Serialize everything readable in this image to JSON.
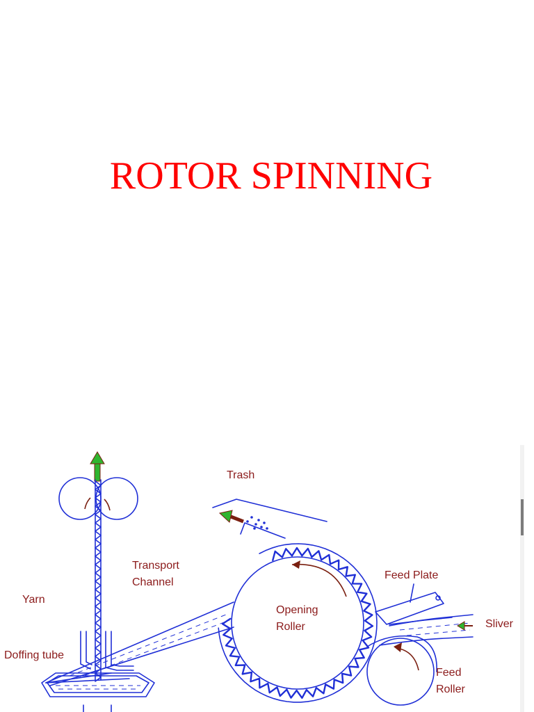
{
  "slide": {
    "title": "ROTOR SPINNING"
  },
  "diagram": {
    "labels": {
      "trash": "Trash",
      "transport_channel_line1": "Transport",
      "transport_channel_line2": "Channel",
      "feed_plate": "Feed Plate",
      "yarn": "Yarn",
      "opening_roller_line1": "Opening",
      "opening_roller_line2": "Roller",
      "sliver": "Sliver",
      "doffing_tube": "Doffing tube",
      "feed_roller_line1": "Feed",
      "feed_roller_line2": "Roller"
    },
    "colors": {
      "line": "#1f2fd6",
      "label": "#8b1a1a",
      "flow_arrow": "#7a1f10",
      "exit_arrow": "#2fb52f",
      "title": "#ff0000"
    }
  }
}
